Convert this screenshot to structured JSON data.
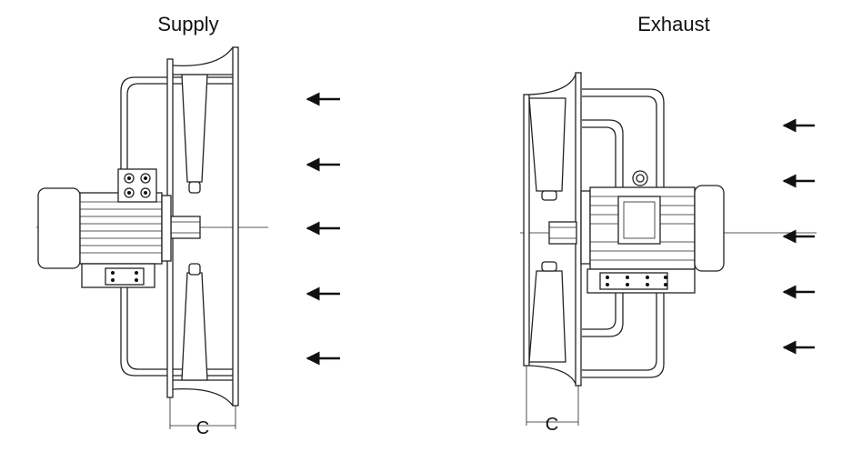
{
  "labels": {
    "supply": "Supply",
    "exhaust": "Exhaust",
    "dimension_supply": "C",
    "dimension_exhaust": "C"
  },
  "airflow": {
    "supply_arrow_count": 5,
    "exhaust_arrow_count": 5,
    "direction": "left"
  }
}
